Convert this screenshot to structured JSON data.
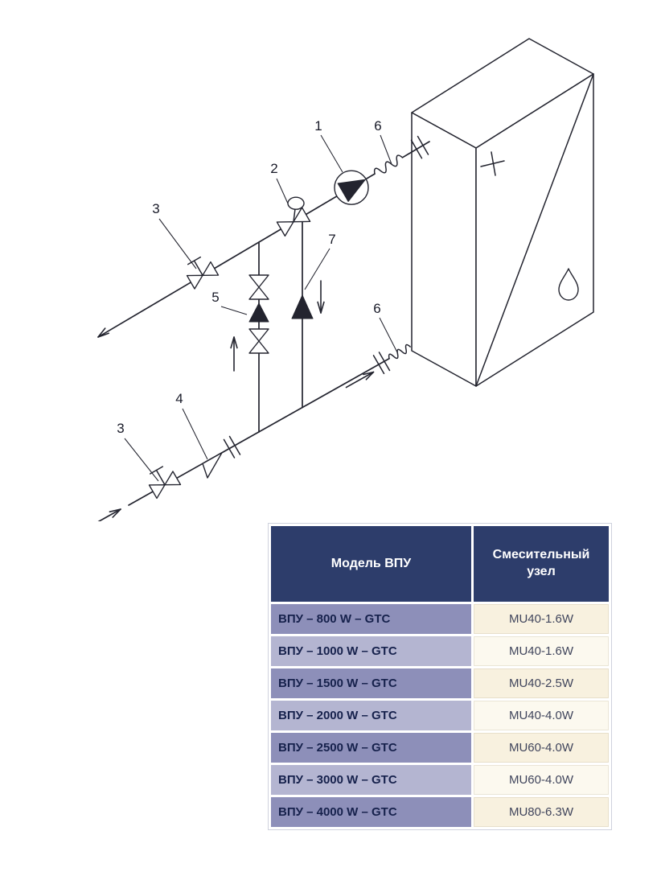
{
  "diagram": {
    "labels": {
      "pump": "1",
      "control_valve": "2",
      "return_valve": "3",
      "strainer": "4",
      "check_valve_left": "5",
      "flex_top": "6",
      "flex_bottom": "6",
      "check_valve_right": "7",
      "supply_valve": "3"
    }
  },
  "table": {
    "headers": {
      "model": "Модель ВПУ",
      "mixing_unit": "Смесительный узел"
    },
    "rows": [
      {
        "model": "ВПУ – 800 W – GTC",
        "unit": "MU40-1.6W"
      },
      {
        "model": "ВПУ – 1000 W – GTC",
        "unit": "MU40-1.6W"
      },
      {
        "model": "ВПУ – 1500 W – GTC",
        "unit": "MU40-2.5W"
      },
      {
        "model": "ВПУ – 2000 W – GTC",
        "unit": "MU40-4.0W"
      },
      {
        "model": "ВПУ – 2500 W – GTC",
        "unit": "MU60-4.0W"
      },
      {
        "model": "ВПУ – 3000 W – GTC",
        "unit": "MU60-4.0W"
      },
      {
        "model": "ВПУ – 4000 W – GTC",
        "unit": "MU80-6.3W"
      }
    ]
  },
  "colors": {
    "header_bg": "#2d3d6b",
    "row_model_dark": "#8d8fb9",
    "row_model_light": "#b4b5d1",
    "row_unit_dark": "#f8f1df",
    "row_unit_light": "#fcf9ef",
    "line": "#23242f"
  }
}
